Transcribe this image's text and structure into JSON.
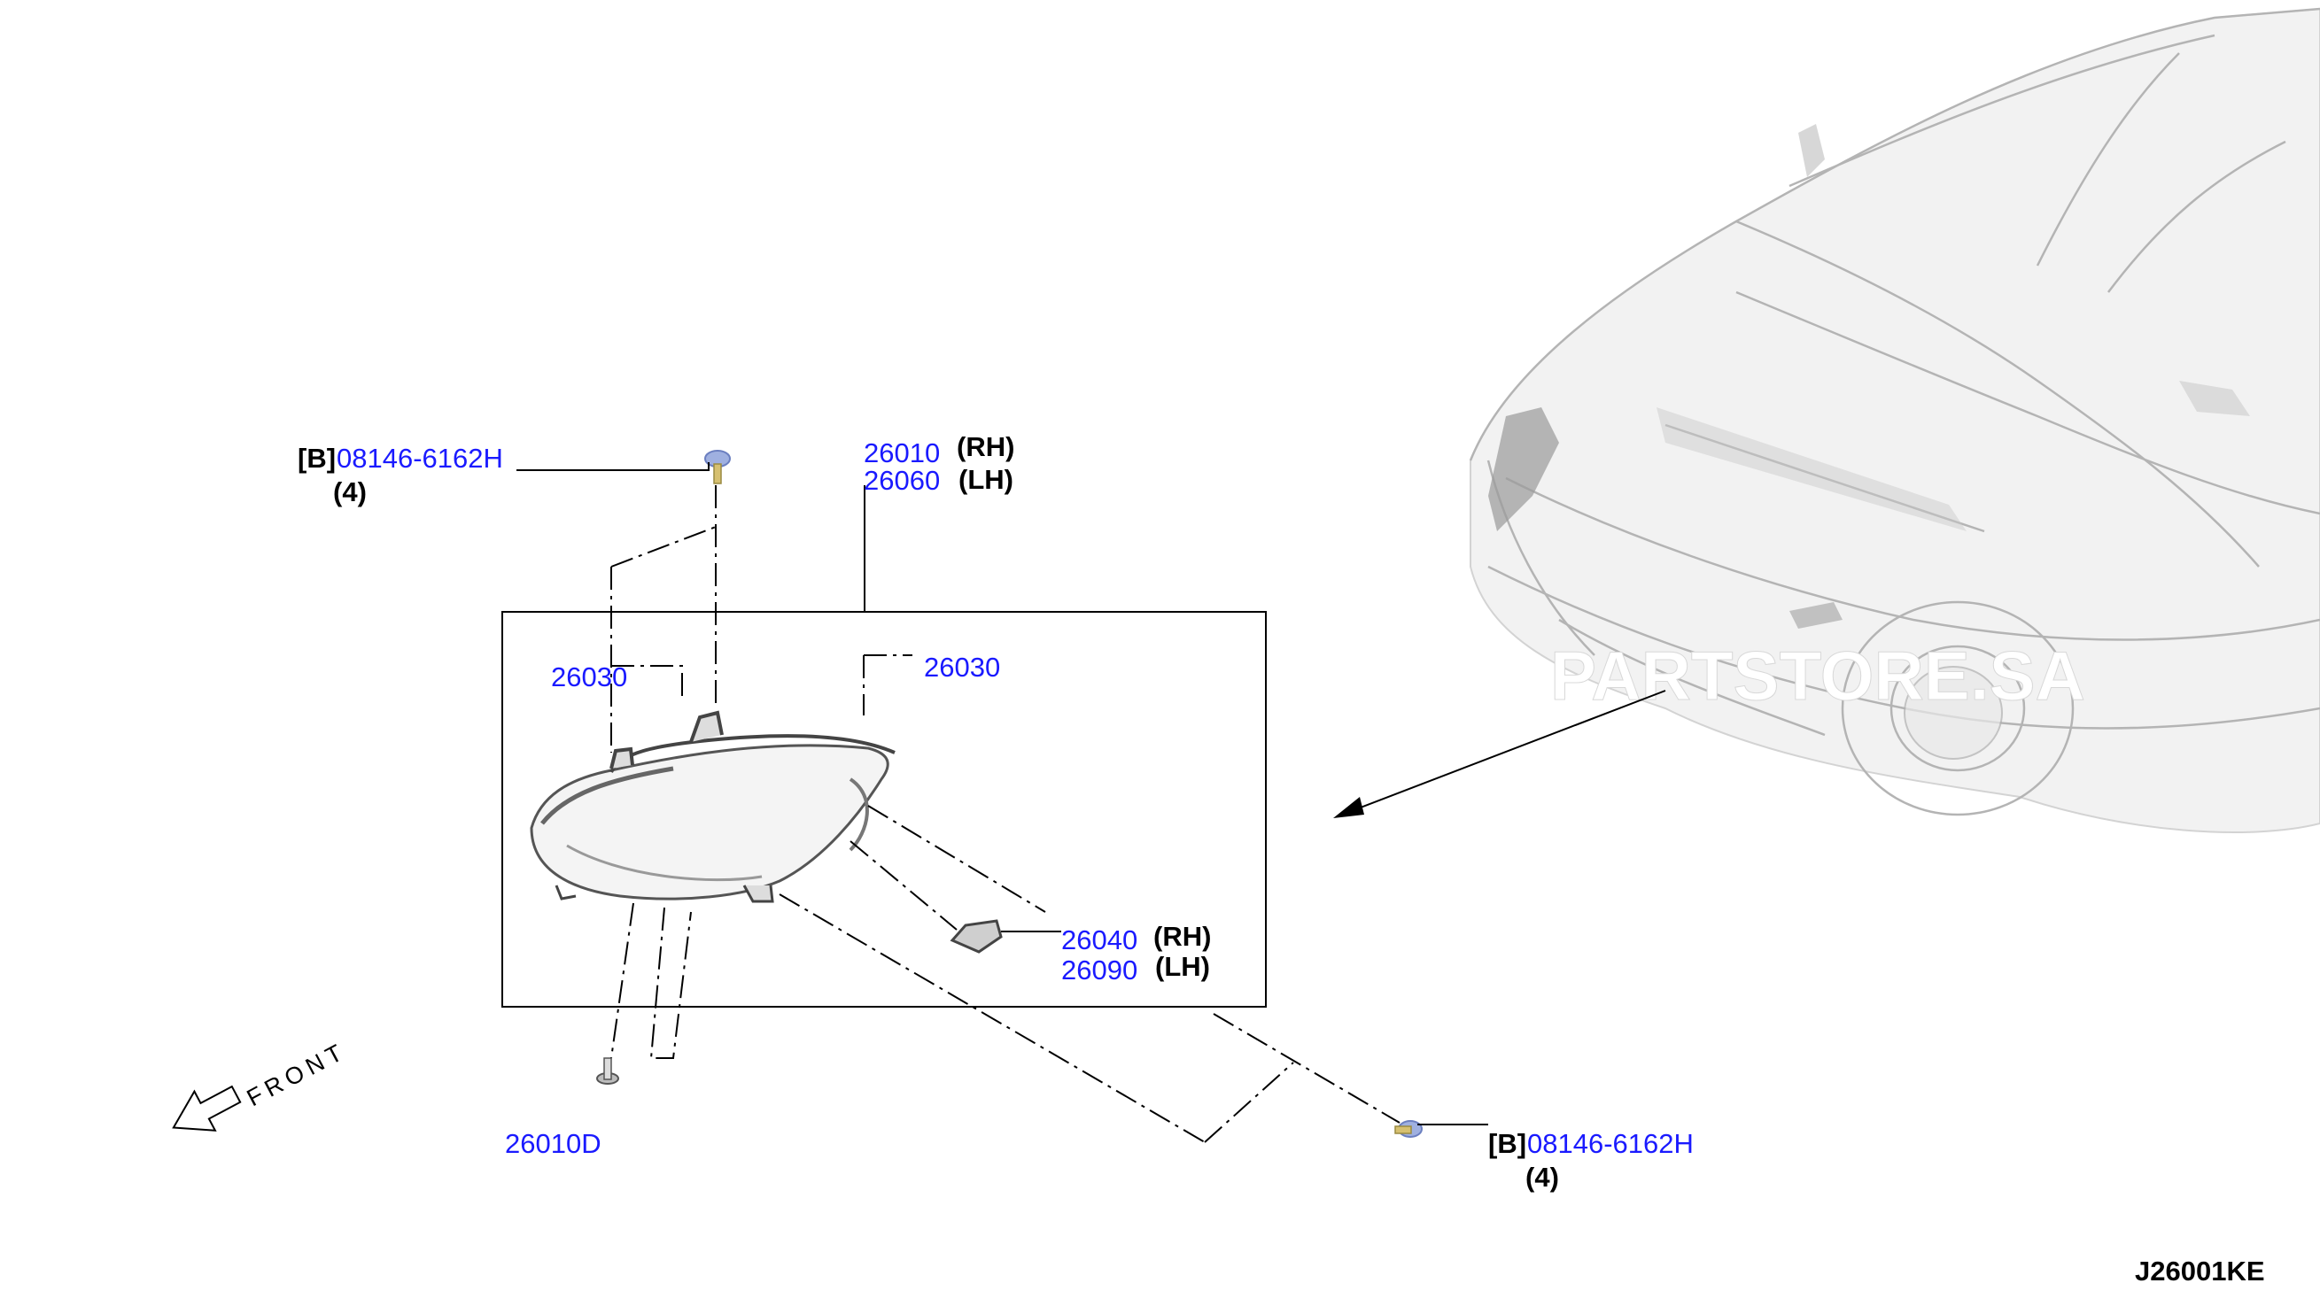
{
  "labels": {
    "screw_top_bracket": "[B]",
    "screw_top_part": "08146-6162H",
    "screw_top_qty": "(4)",
    "lamp_rh_part": "26010",
    "lamp_rh_side": "(RH)",
    "lamp_lh_part": "26060",
    "lamp_lh_side": "(LH)",
    "bracket_left_part": "26030",
    "bracket_right_part": "26030",
    "bulb_rh_part": "26040",
    "bulb_rh_side": "(RH)",
    "bulb_lh_part": "26090",
    "bulb_lh_side": "(LH)",
    "bolt_part": "26010D",
    "screw_bottom_bracket": "[B]",
    "screw_bottom_part": "08146-6162H",
    "screw_bottom_qty": "(4)",
    "front_label": "FRONT",
    "watermark": "PARTSTORE.SA",
    "diagram_code": "J26001KE"
  },
  "colors": {
    "part_number": "#1a1aff",
    "text": "#000000",
    "car_ghost": "#b4b4b4",
    "watermark": "#ffffff"
  },
  "icons": {
    "front_arrow": "front-arrow-icon",
    "screw": "screw-icon"
  }
}
